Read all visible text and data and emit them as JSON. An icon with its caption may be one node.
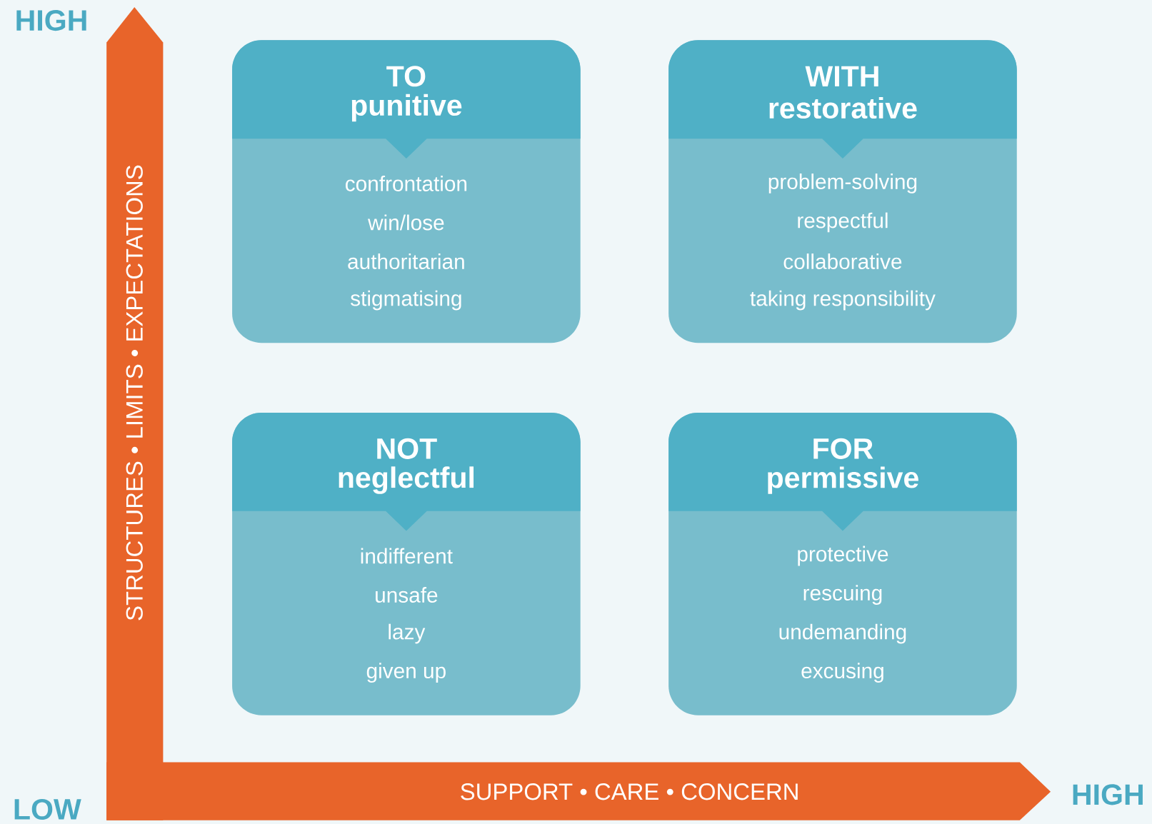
{
  "diagram": {
    "nodes": [
      {
        "text": [
          "TO",
          "punitive",
          "confrontation",
          "win/lose",
          "authoritarian",
          "stigmatising"
        ]
      },
      {
        "text": [
          "WITH",
          "restorative",
          "problem-solving",
          "respectful",
          "collaborative",
          "taking responsibility"
        ]
      },
      {
        "text": [
          "NOT",
          "neglectful",
          "indifferent",
          "unsafe",
          "lazy",
          "given up"
        ]
      },
      {
        "text": [
          "FOR",
          "permissive",
          "protective",
          "rescuing",
          "undemanding",
          "excusing"
        ]
      }
    ],
    "labels": [
      "HIGH",
      "STRUCTURES • LIMITS • EXPECTATIONS",
      "LOW",
      "SUPPORT • CARE • CONCERN",
      "HIGH"
    ]
  }
}
